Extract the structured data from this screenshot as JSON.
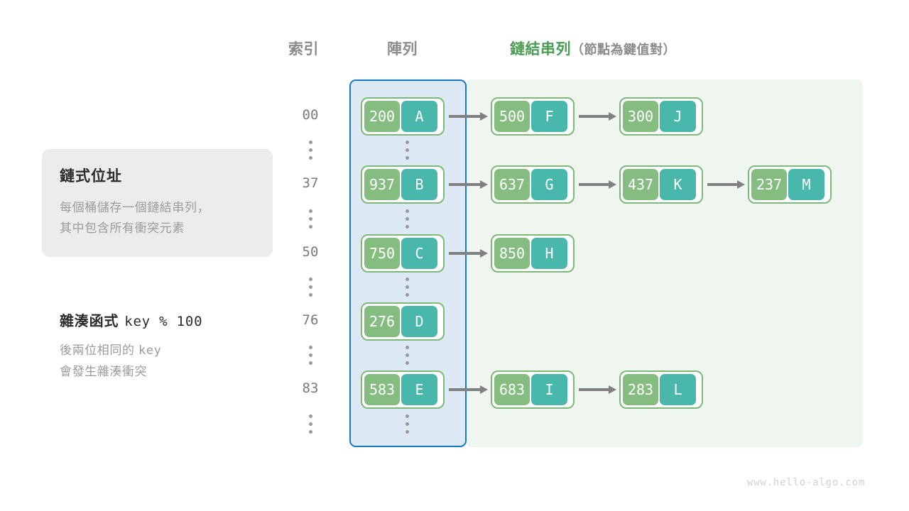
{
  "headers": {
    "index": "索引",
    "array": "陣列",
    "list_main": "鏈結串列",
    "list_sub": "（節點為鍵值對）"
  },
  "info_card": {
    "title": "鏈式位址",
    "line1": "每個桶儲存一個鏈結串列，",
    "line2": "其中包含所有衝突元素"
  },
  "hash_note": {
    "label": "雜湊函式",
    "formula": "key % 100",
    "line1_prefix": "後兩位相同的",
    "line1_mono": "key",
    "line2": "會發生雜湊衝突"
  },
  "ellipsis": "⋮",
  "buckets": [
    {
      "index": "00",
      "bucket": {
        "key": "200",
        "value": "A"
      },
      "chain": [
        {
          "key": "500",
          "value": "F"
        },
        {
          "key": "300",
          "value": "J"
        }
      ]
    },
    {
      "index": "37",
      "bucket": {
        "key": "937",
        "value": "B"
      },
      "chain": [
        {
          "key": "637",
          "value": "G"
        },
        {
          "key": "437",
          "value": "K"
        },
        {
          "key": "237",
          "value": "M"
        }
      ]
    },
    {
      "index": "50",
      "bucket": {
        "key": "750",
        "value": "C"
      },
      "chain": [
        {
          "key": "850",
          "value": "H"
        }
      ]
    },
    {
      "index": "76",
      "bucket": {
        "key": "276",
        "value": "D"
      },
      "chain": []
    },
    {
      "index": "83",
      "bucket": {
        "key": "583",
        "value": "E"
      },
      "chain": [
        {
          "key": "683",
          "value": "I"
        },
        {
          "key": "283",
          "value": "L"
        }
      ]
    }
  ],
  "watermark": "www.hello-algo.com",
  "colors": {
    "key_box": "#85bd81",
    "value_box": "#49b7ab",
    "node_border": "#7cb97a",
    "array_region_fill": "#ddeaf5",
    "array_region_border": "#1878c8",
    "list_region_fill": "#eff6ef",
    "list_header_green": "#4a9c53",
    "arrow": "#808080",
    "muted_text": "#8c8c8c",
    "card_fill": "#ececec"
  }
}
